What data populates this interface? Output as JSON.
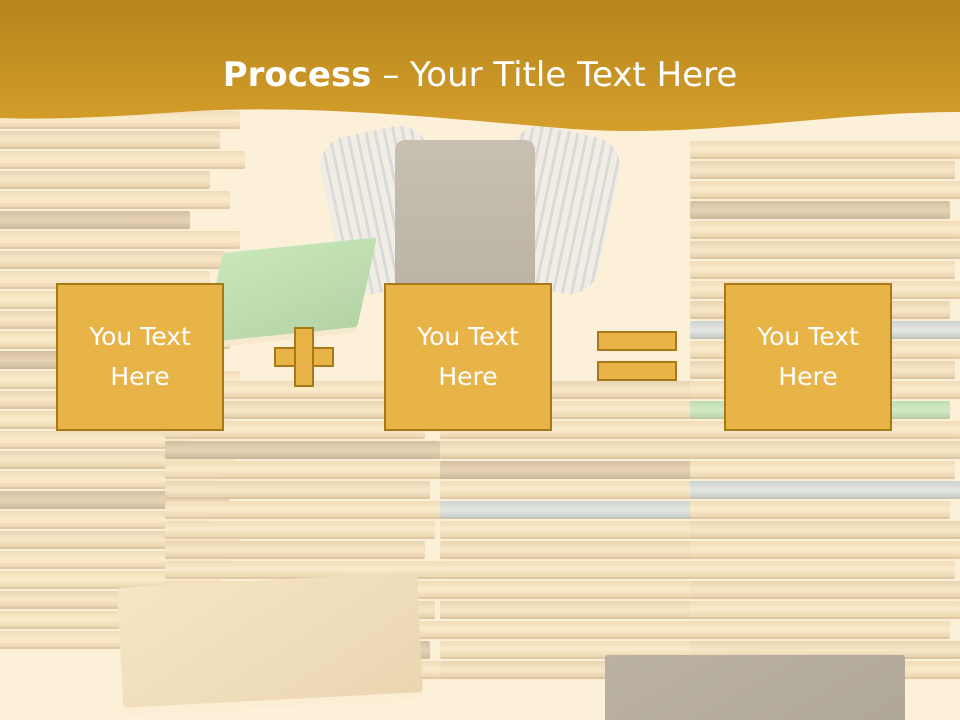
{
  "slide": {
    "title_bold": "Process",
    "title_rest": " – Your Title Text Here",
    "boxes": [
      {
        "text": "You Text Here"
      },
      {
        "text": "You Text Here"
      },
      {
        "text": "You Text Here"
      }
    ],
    "operators": [
      "plus-icon",
      "equals-icon"
    ]
  },
  "colors": {
    "header": "#c8921e",
    "box_fill": "#e8b347",
    "box_border": "#a87919",
    "text": "#ffffff"
  }
}
